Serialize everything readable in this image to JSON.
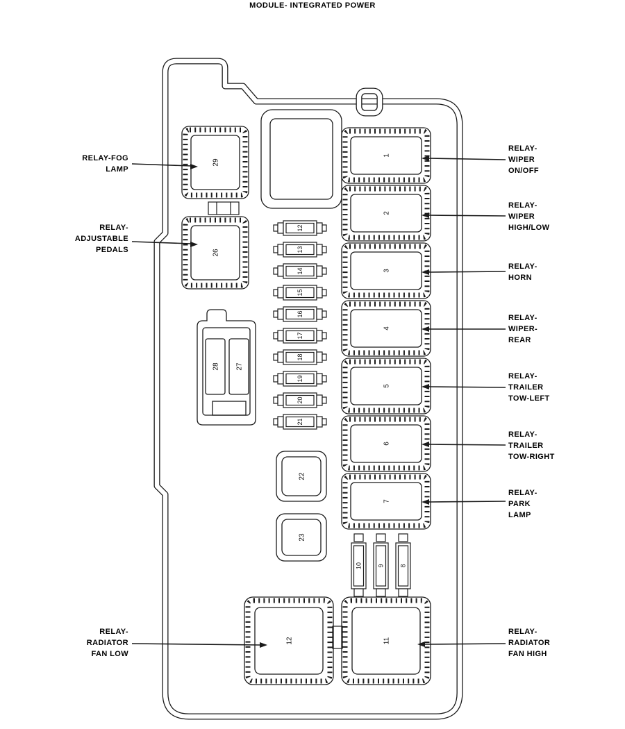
{
  "title": "MODULE- INTEGRATED POWER",
  "colors": {
    "line": "#1a1a1a",
    "background": "#ffffff"
  },
  "components": {
    "relay_fog_lamp": "29",
    "relay_adjustable_pedals": "26",
    "relay_column": [
      "1",
      "2",
      "3",
      "4",
      "5",
      "6",
      "7"
    ],
    "relay_radiator_fan_low": "12",
    "relay_radiator_fan_high": "11",
    "module_22": "22",
    "module_23": "23",
    "connector_28": "28",
    "connector_27": "27",
    "fuse_column": [
      "12",
      "13",
      "14",
      "15",
      "16",
      "17",
      "18",
      "19",
      "20",
      "21"
    ],
    "fuse_row": [
      "10",
      "9",
      "8"
    ]
  },
  "callouts": {
    "left": [
      {
        "lines": [
          "RELAY-FOG",
          "LAMP"
        ]
      },
      {
        "lines": [
          "RELAY-",
          "ADJUSTABLE",
          "PEDALS"
        ]
      },
      {
        "lines": [
          "RELAY-",
          "RADIATOR",
          "FAN LOW"
        ]
      }
    ],
    "right": [
      {
        "lines": [
          "RELAY-",
          "WIPER",
          "ON/OFF"
        ]
      },
      {
        "lines": [
          "RELAY-",
          "WIPER",
          "HIGH/LOW"
        ]
      },
      {
        "lines": [
          "RELAY-",
          "HORN"
        ]
      },
      {
        "lines": [
          "RELAY-",
          "WIPER-",
          "REAR"
        ]
      },
      {
        "lines": [
          "RELAY-",
          "TRAILER",
          "TOW-LEFT"
        ]
      },
      {
        "lines": [
          "RELAY-",
          "TRAILER",
          "TOW-RIGHT"
        ]
      },
      {
        "lines": [
          "RELAY-",
          "PARK",
          "LAMP"
        ]
      },
      {
        "lines": [
          "RELAY-",
          "RADIATOR",
          "FAN HIGH"
        ]
      }
    ]
  }
}
